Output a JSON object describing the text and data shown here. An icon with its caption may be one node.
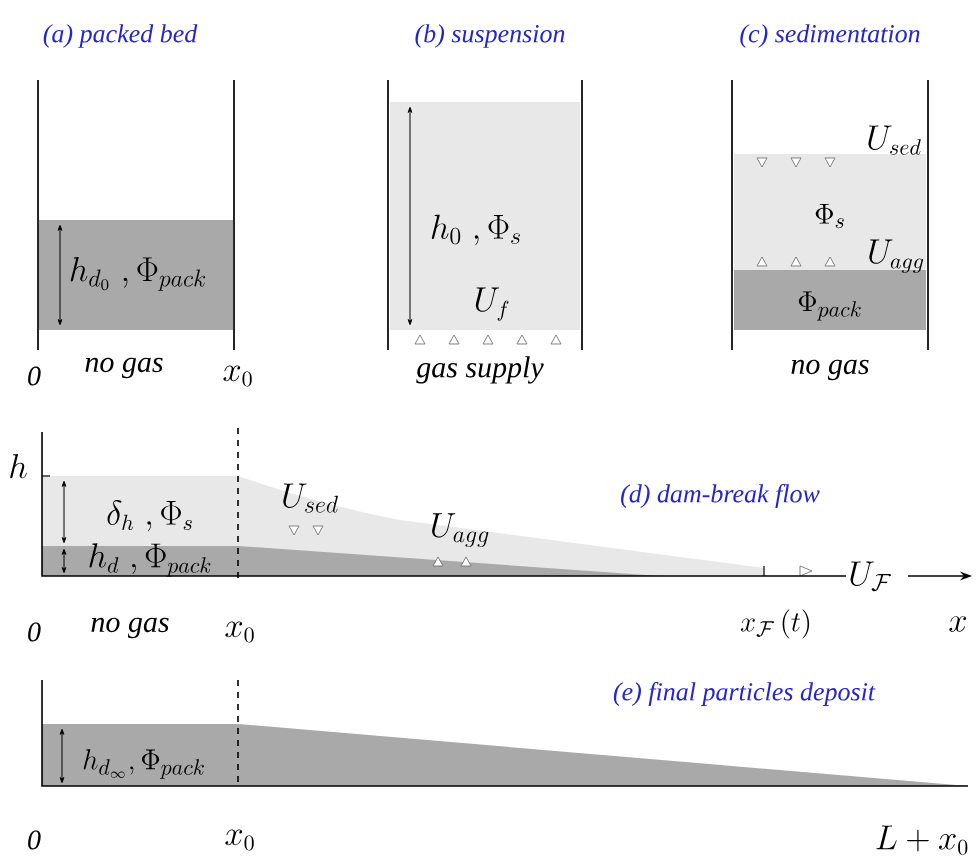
{
  "diagram": {
    "labels": [
      "(a)  packed bed",
      "(b)  suspension",
      "(c)  sedimentation",
      "h_{d_0}\\;,\\Phi_{pack}",
      "h_0\\;,\\Phi_s",
      "U_{sed}",
      "\\Phi_s",
      "U_{agg}",
      "U_f",
      "\\Phi_{pack}",
      "0",
      "no gas",
      "x_0",
      "gas supply",
      "no gas",
      "h",
      "\\delta_h\\;,\\Phi_s",
      "U_{sed}",
      "U_{agg}",
      "(d)  dam-break flow",
      "h_d\\;,\\Phi_{pack}",
      "U_{\\mathcal{F}}",
      "0",
      "no gas",
      "x_0",
      "x_{\\mathcal{F}}\\,(t)",
      "x",
      "(e)  final particles deposit",
      "h_{d_\\infty},\\Phi_{pack}",
      "0",
      "x_0",
      "L+x_0"
    ]
  }
}
